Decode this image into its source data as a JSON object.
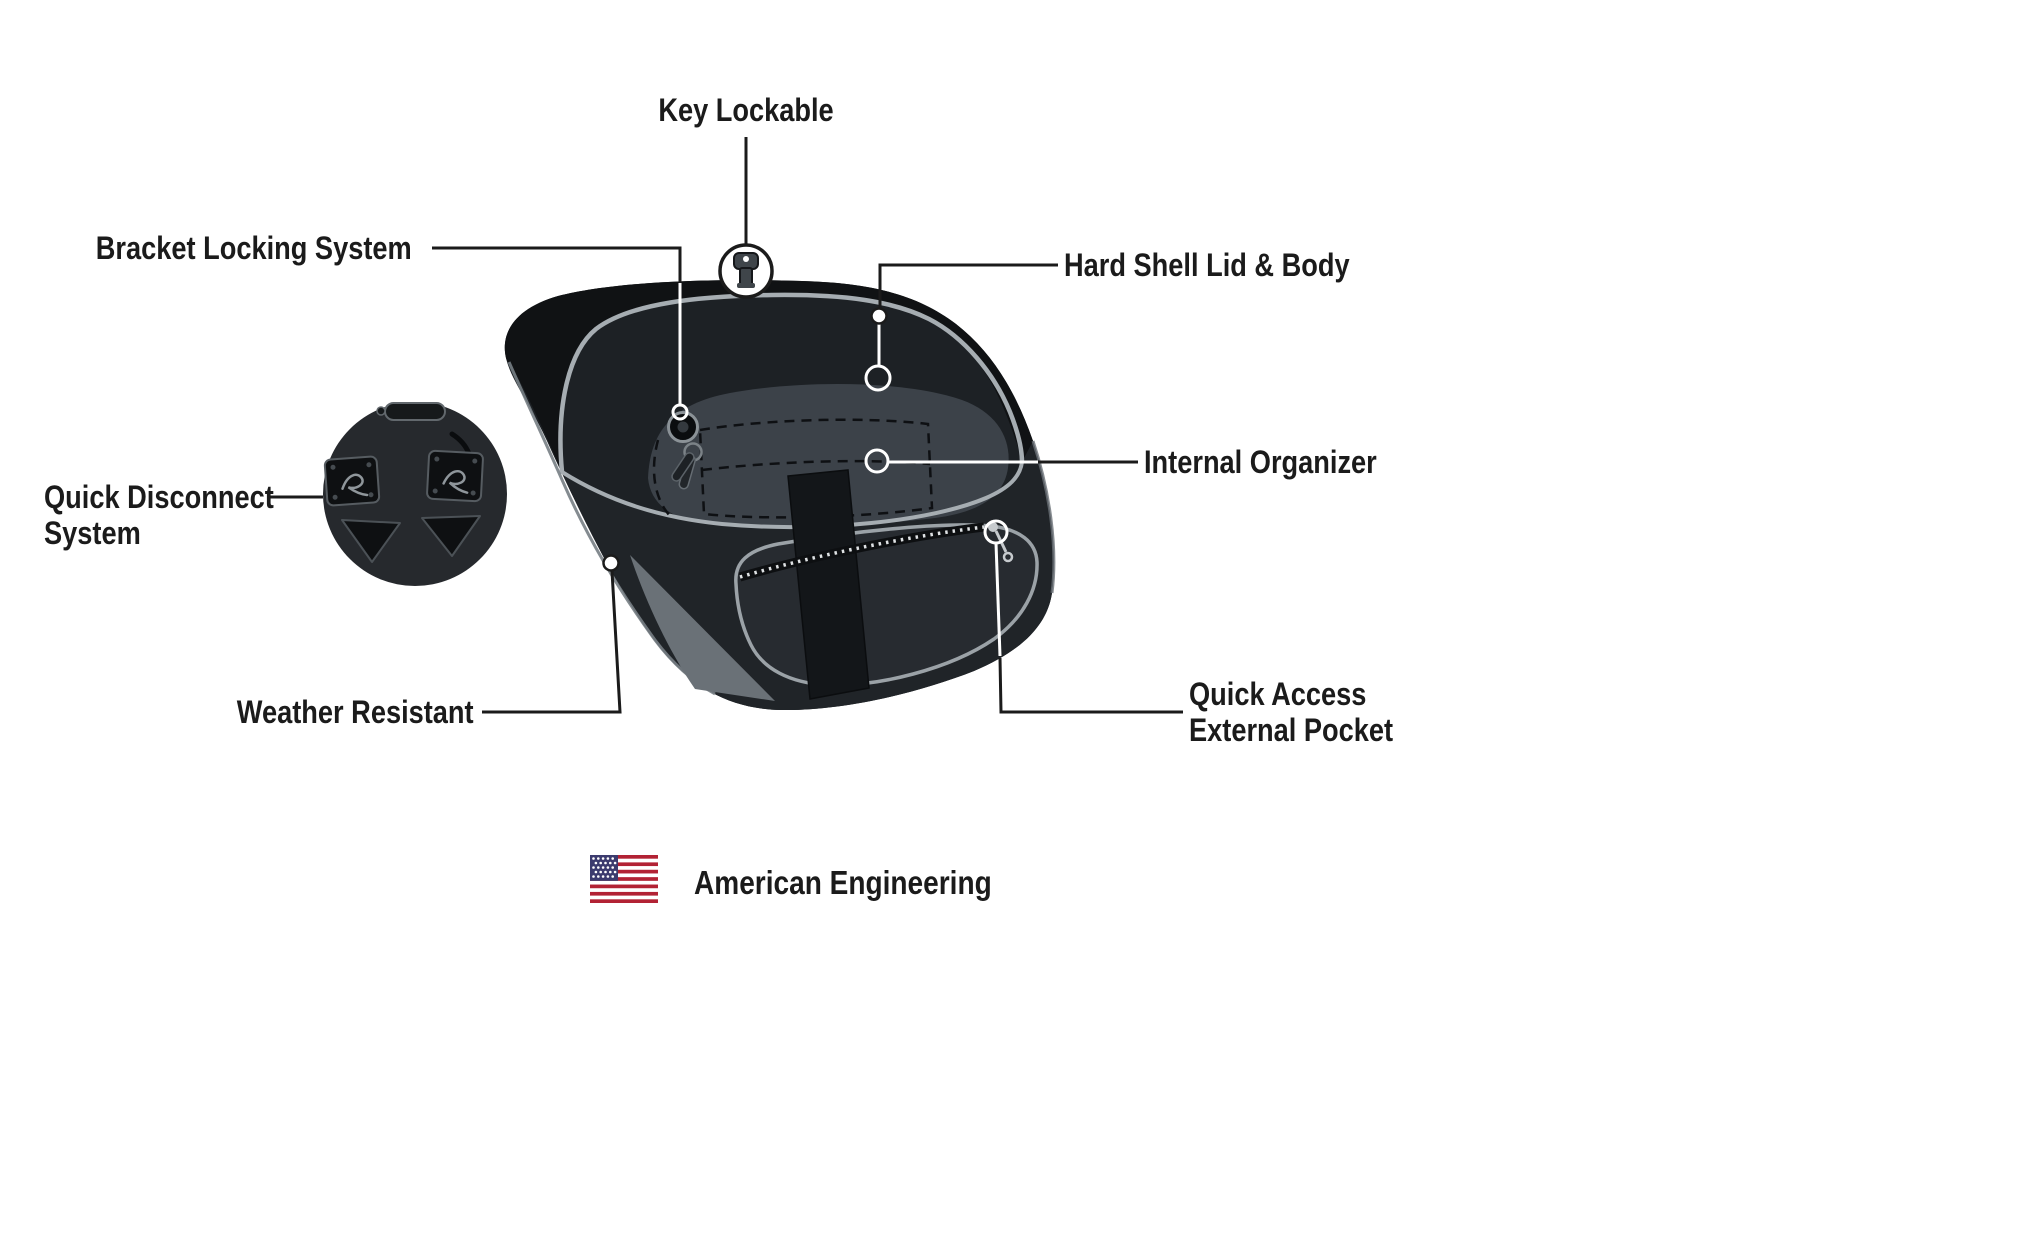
{
  "labels": {
    "key_lockable": "Key Lockable",
    "bracket_locking_system": "Bracket Locking System",
    "hard_shell_lid_body": "Hard Shell Lid & Body",
    "internal_organizer": "Internal Organizer",
    "quick_disconnect_system": {
      "line1": "Quick Disconnect",
      "line2": "System"
    },
    "weather_resistant": "Weather Resistant",
    "quick_access_external_pocket": {
      "line1": "Quick Access",
      "line2": "External Pocket"
    },
    "american_engineering": "American Engineering"
  },
  "icons": {
    "key_marker": "key-icon",
    "flag_marker": "us-flag-icon"
  },
  "colors": {
    "background": "#ffffff",
    "text": "#1b1b1b",
    "callout_line_dark": "#1b1b1b",
    "callout_line_light": "#ffffff",
    "bag_base": "#1d2125",
    "bag_top_band": "#101214",
    "bag_front": "#202428",
    "bag_panel": "#3c4249",
    "bag_rim": "#a6adb2",
    "pocket_fill": "#272b30",
    "highlight_wedge": "#6a7177",
    "flag_red": "#B22234",
    "flag_blue": "#3C3B6E"
  }
}
